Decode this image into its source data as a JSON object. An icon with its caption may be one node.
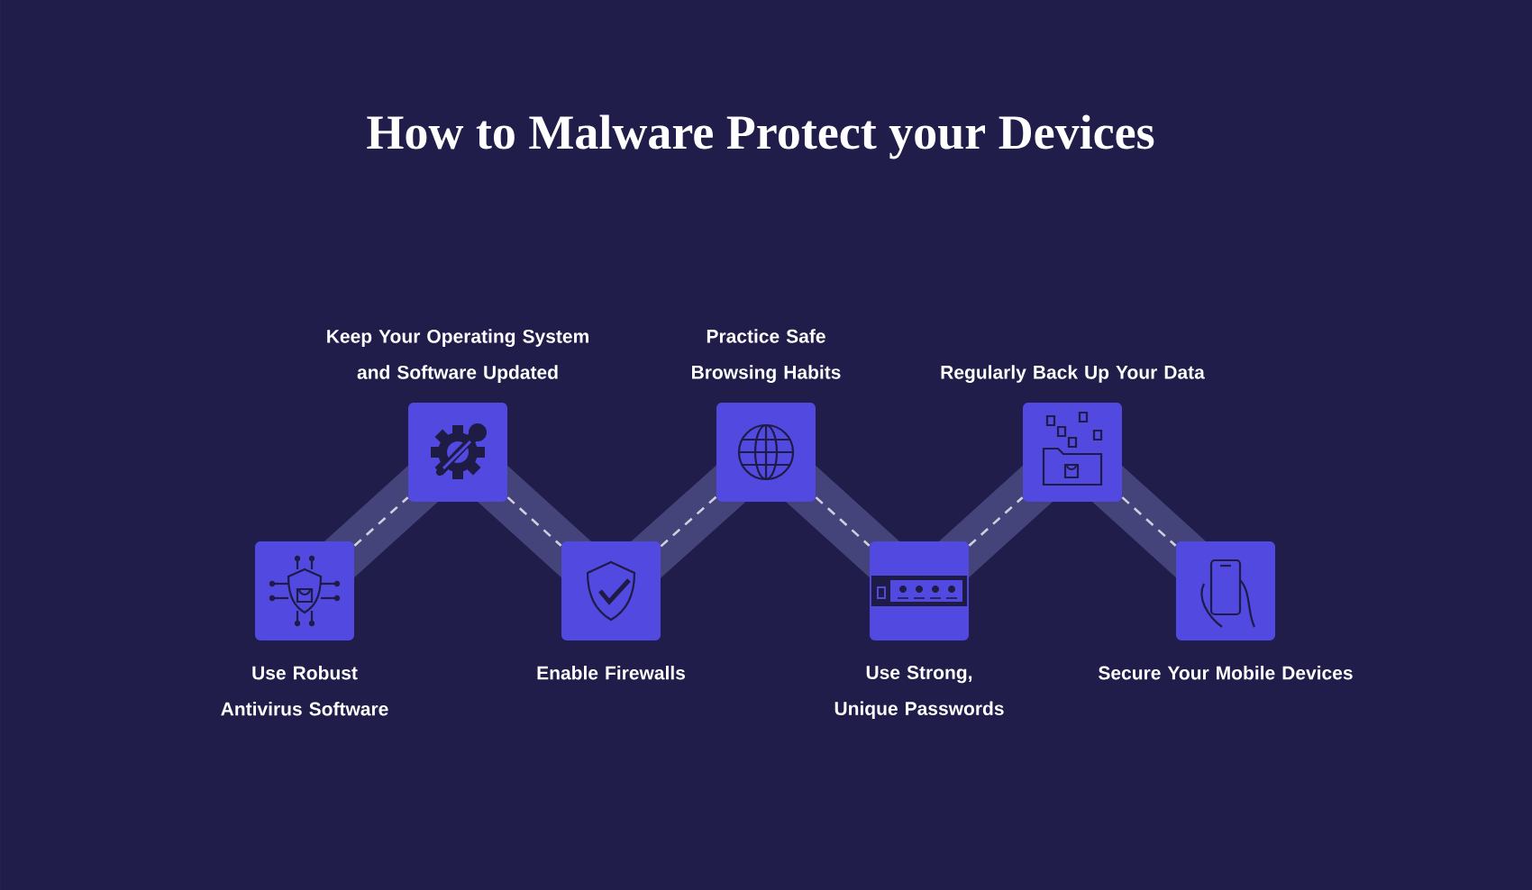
{
  "diagram": {
    "title": "How to Malware Protect your Devices",
    "nodes": [
      {
        "text": [
          "Use Robust Antivirus Software"
        ]
      },
      {
        "text": [
          "Keep Your Operating System and Software Updated"
        ]
      },
      {
        "text": [
          "Enable Firewalls"
        ]
      },
      {
        "text": [
          "Practice Safe Browsing Habits"
        ]
      },
      {
        "text": [
          "Use Strong, Unique Passwords"
        ]
      },
      {
        "text": [
          "Regularly Back Up Your Data"
        ]
      },
      {
        "text": [
          "Secure Your Mobile Devices"
        ]
      }
    ],
    "edges": [
      {
        "from": 0,
        "to": 1,
        "arrow": "none",
        "style": "dashed"
      },
      {
        "from": 1,
        "to": 2,
        "arrow": "none",
        "style": "dashed"
      },
      {
        "from": 2,
        "to": 3,
        "arrow": "none",
        "style": "dashed"
      },
      {
        "from": 3,
        "to": 4,
        "arrow": "none",
        "style": "dashed"
      },
      {
        "from": 4,
        "to": 5,
        "arrow": "none",
        "style": "dashed"
      },
      {
        "from": 5,
        "to": 6,
        "arrow": "none",
        "style": "dashed"
      }
    ]
  }
}
